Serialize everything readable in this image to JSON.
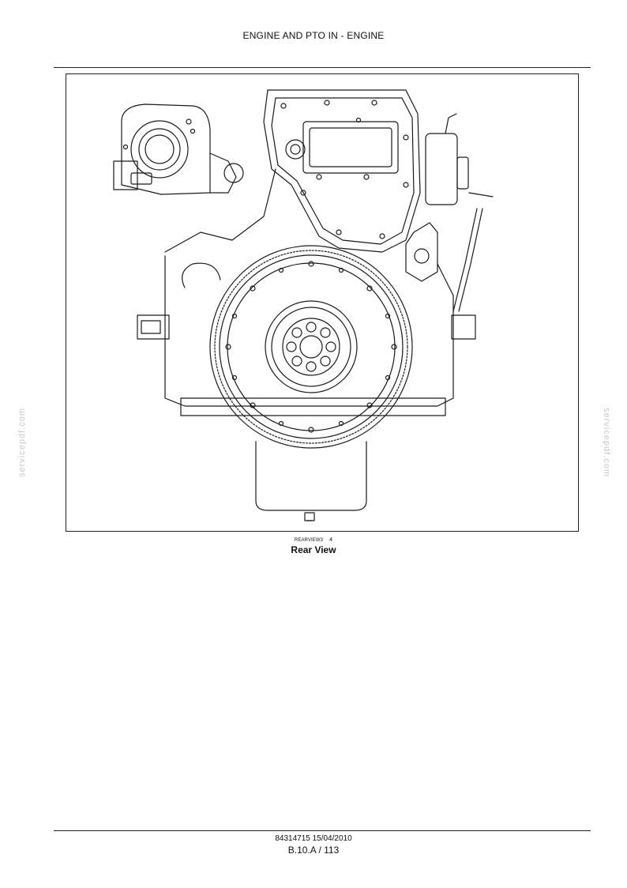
{
  "header": {
    "title": "ENGINE AND PTO IN - ENGINE"
  },
  "figure": {
    "code": "REARVIEW3",
    "number": "4",
    "caption": "Rear View"
  },
  "watermark": {
    "text": "servicepdf.com"
  },
  "footer": {
    "doc_ref": "84314715 15/04/2010",
    "page": "B.10.A / 113"
  }
}
